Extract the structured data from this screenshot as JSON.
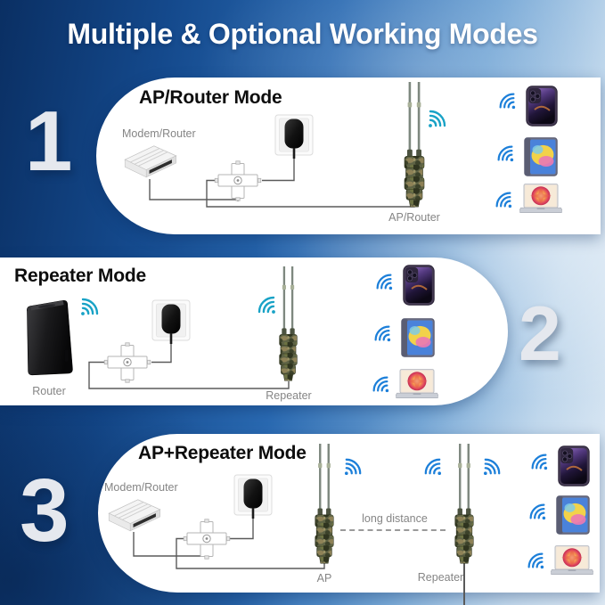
{
  "title": "Multiple & Optional Working Modes",
  "sections": [
    {
      "number": "1",
      "title": "AP/Router Mode",
      "source_label": "Modem/Router",
      "device_label": "AP/Router"
    },
    {
      "number": "2",
      "title": "Repeater Mode",
      "source_label": "Router",
      "device_label": "Repeater"
    },
    {
      "number": "3",
      "title": "AP+Repeater Mode",
      "source_label": "Modem/Router",
      "ap_label": "AP",
      "repeater_label": "Repeater",
      "distance_label": "long distance"
    }
  ],
  "icons": {
    "wifi": "wifi-signal-icon",
    "client_devices": [
      "smartphone-icon",
      "tablet-icon",
      "laptop-icon"
    ],
    "network_devices": [
      "modem-router-icon",
      "router-icon",
      "power-adapter-icon",
      "poe-injector-icon",
      "outdoor-antenna-device-icon"
    ]
  },
  "colors": {
    "wifi_teal": "#18a2c6",
    "wifi_blue": "#1c7fd9",
    "panel_white": "#ffffff",
    "line_gray": "#5a5a5a"
  }
}
